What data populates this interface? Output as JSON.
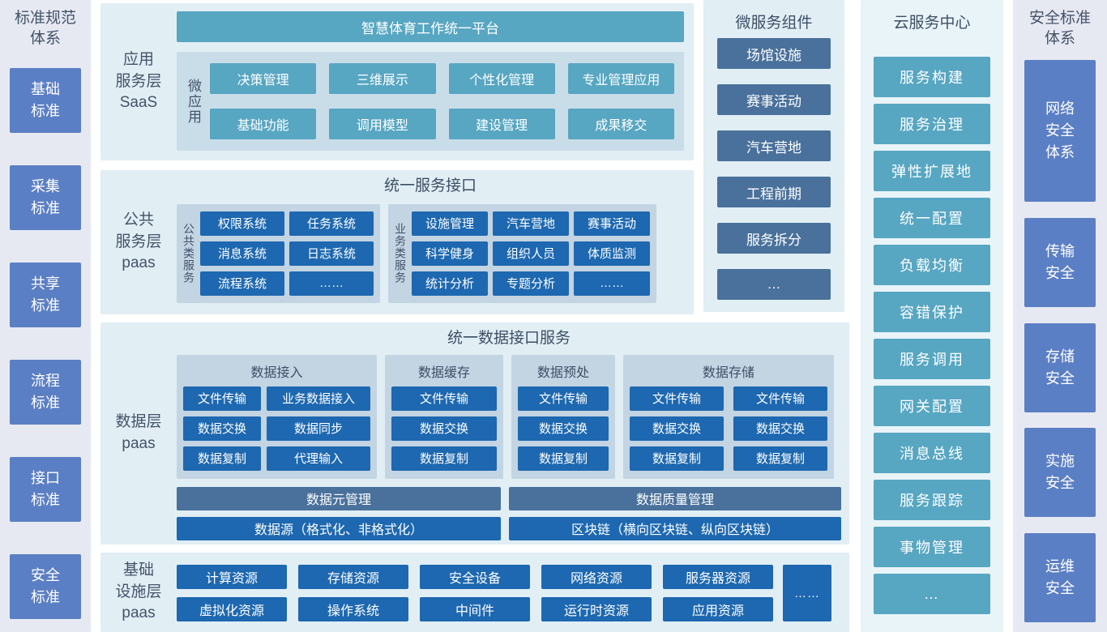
{
  "colors": {
    "panel_bg": "#e7e9f2",
    "section_bg": "#e1eef4",
    "inner_panel_bg": "#c9dde9",
    "group_bg": "#c3d4e3",
    "teal": "#57a6c2",
    "blue": "#1d68b0",
    "steel_blue": "#49719b",
    "periwinkle": "#5b7fc4",
    "text_dark": "#44536a"
  },
  "left_panel": {
    "title": "标准规范\n体系",
    "items": [
      "基础\n标准",
      "采集\n标准",
      "共享\n标准",
      "流程\n标准",
      "接口\n标准",
      "安全\n标准"
    ]
  },
  "app_layer": {
    "label": "应用\n服务层\nSaaS",
    "header": "智慧体育工作统一平台",
    "group_label": "微应用",
    "rows": [
      [
        "决策管理",
        "三维展示",
        "个性化管理",
        "专业管理应用"
      ],
      [
        "基础功能",
        "调用模型",
        "建设管理",
        "成果移交"
      ]
    ]
  },
  "service_layer": {
    "label": "公共\n服务层\npaas",
    "title": "统一服务接口",
    "groups": [
      {
        "label": "公共类服务",
        "rows": [
          [
            "权限系统",
            "任务系统"
          ],
          [
            "消息系统",
            "日志系统"
          ],
          [
            "流程系统",
            "……"
          ]
        ]
      },
      {
        "label": "业务类服务",
        "rows": [
          [
            "设施管理",
            "汽车营地",
            "赛事活动"
          ],
          [
            "科学健身",
            "组织人员",
            "体质监测"
          ],
          [
            "统计分析",
            "专题分析",
            "……"
          ]
        ]
      }
    ]
  },
  "data_layer": {
    "label": "数据层\npaas",
    "title": "统一数据接口服务",
    "groups": [
      {
        "title": "数据接入",
        "rows": [
          [
            "文件传输",
            "业务数据接入"
          ],
          [
            "数据交换",
            "数据同步"
          ],
          [
            "数据复制",
            "代理输入"
          ]
        ]
      },
      {
        "title": "数据缓存",
        "rows": [
          [
            "文件传输"
          ],
          [
            "数据交换"
          ],
          [
            "数据复制"
          ]
        ]
      },
      {
        "title": "数据预处",
        "rows": [
          [
            "文件传输"
          ],
          [
            "数据交换"
          ],
          [
            "数据复制"
          ]
        ]
      },
      {
        "title": "数据存储",
        "rows": [
          [
            "文件传输",
            "文件传输"
          ],
          [
            "数据交换",
            "数据交换"
          ],
          [
            "数据复制",
            "数据复制"
          ]
        ]
      }
    ],
    "meta_bar": "数据元管理",
    "quality_bar": "数据质量管理",
    "source_bar": "数据源（格式化、非格式化）",
    "blockchain_bar": "区块链（横向区块链、纵向区块链）"
  },
  "infra_layer": {
    "label": "基础\n设施层\npaas",
    "rows": [
      [
        "计算资源",
        "存储资源",
        "安全设备",
        "网络资源",
        "服务器资源"
      ],
      [
        "虚拟化资源",
        "操作系统",
        "中间件",
        "运行时资源",
        "应用资源"
      ]
    ],
    "more": "……"
  },
  "microservices": {
    "title": "微服务组件",
    "items": [
      "场馆设施",
      "赛事活动",
      "汽车营地",
      "工程前期",
      "服务拆分",
      "…"
    ]
  },
  "cloud_center": {
    "title": "云服务中心",
    "items": [
      "服务构建",
      "服务治理",
      "弹性扩展地",
      "统一配置",
      "负载均衡",
      "容错保护",
      "服务调用",
      "网关配置",
      "消息总线",
      "服务跟踪",
      "事物管理",
      "…"
    ]
  },
  "right_panel": {
    "title": "安全标准\n体系",
    "items": [
      "网络\n安全\n体系",
      "传输\n安全",
      "存储\n安全",
      "实施\n安全",
      "运维\n安全"
    ]
  }
}
